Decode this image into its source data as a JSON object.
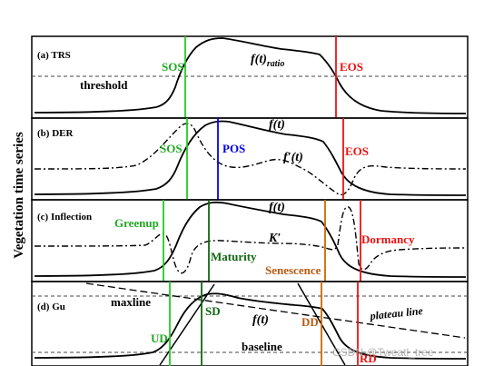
{
  "figure": {
    "y_axis_label": "Vegetation time series",
    "watermark": "CSDN @Tweatl_tree",
    "colors": {
      "green": "#22cc22",
      "blue": "#0000ee",
      "red": "#ee1111",
      "dark_green": "#116611",
      "orange": "#cc6600",
      "label_green": "#22aa22",
      "senescence": "#b85a10"
    },
    "panels": [
      {
        "tag": "(a) TRS",
        "labels": {
          "threshold": "threshold",
          "curve": "f(t)",
          "curve_sub": "ratio",
          "sos": "SOS",
          "eos": "EOS"
        }
      },
      {
        "tag": "(b) DER",
        "labels": {
          "curve": "f(t)",
          "derivative": "f′(t)",
          "sos": "SOS",
          "pos": "POS",
          "eos": "EOS"
        }
      },
      {
        "tag": "(c) Inflection",
        "labels": {
          "curve": "f(t)",
          "derivative": "K′",
          "greenup": "Greenup",
          "maturity": "Maturity",
          "senescence": "Senescence",
          "dormancy": "Dormancy"
        }
      },
      {
        "tag": "(d) Gu",
        "labels": {
          "maxline": "maxline",
          "baseline": "baseline",
          "plateau": "plateau line",
          "curve": "f(t)",
          "ud": "UD",
          "sd": "SD",
          "dd": "DD",
          "rd": "RD"
        }
      }
    ]
  }
}
